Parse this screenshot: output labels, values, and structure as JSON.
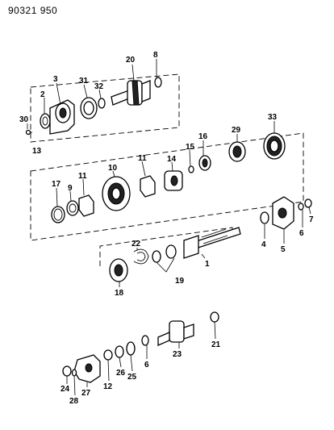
{
  "header": {
    "document_number": "90321 950"
  },
  "callouts": [
    "1",
    "2",
    "3",
    "4",
    "5",
    "6",
    "6",
    "7",
    "8",
    "9",
    "10",
    "11",
    "11",
    "12",
    "13",
    "14",
    "15",
    "16",
    "17",
    "18",
    "19",
    "20",
    "21",
    "22",
    "23",
    "24",
    "25",
    "26",
    "27",
    "28",
    "29",
    "30",
    "31",
    "32",
    "33"
  ],
  "callout_count": 35,
  "line_color": "#000000",
  "background": "#ffffff"
}
